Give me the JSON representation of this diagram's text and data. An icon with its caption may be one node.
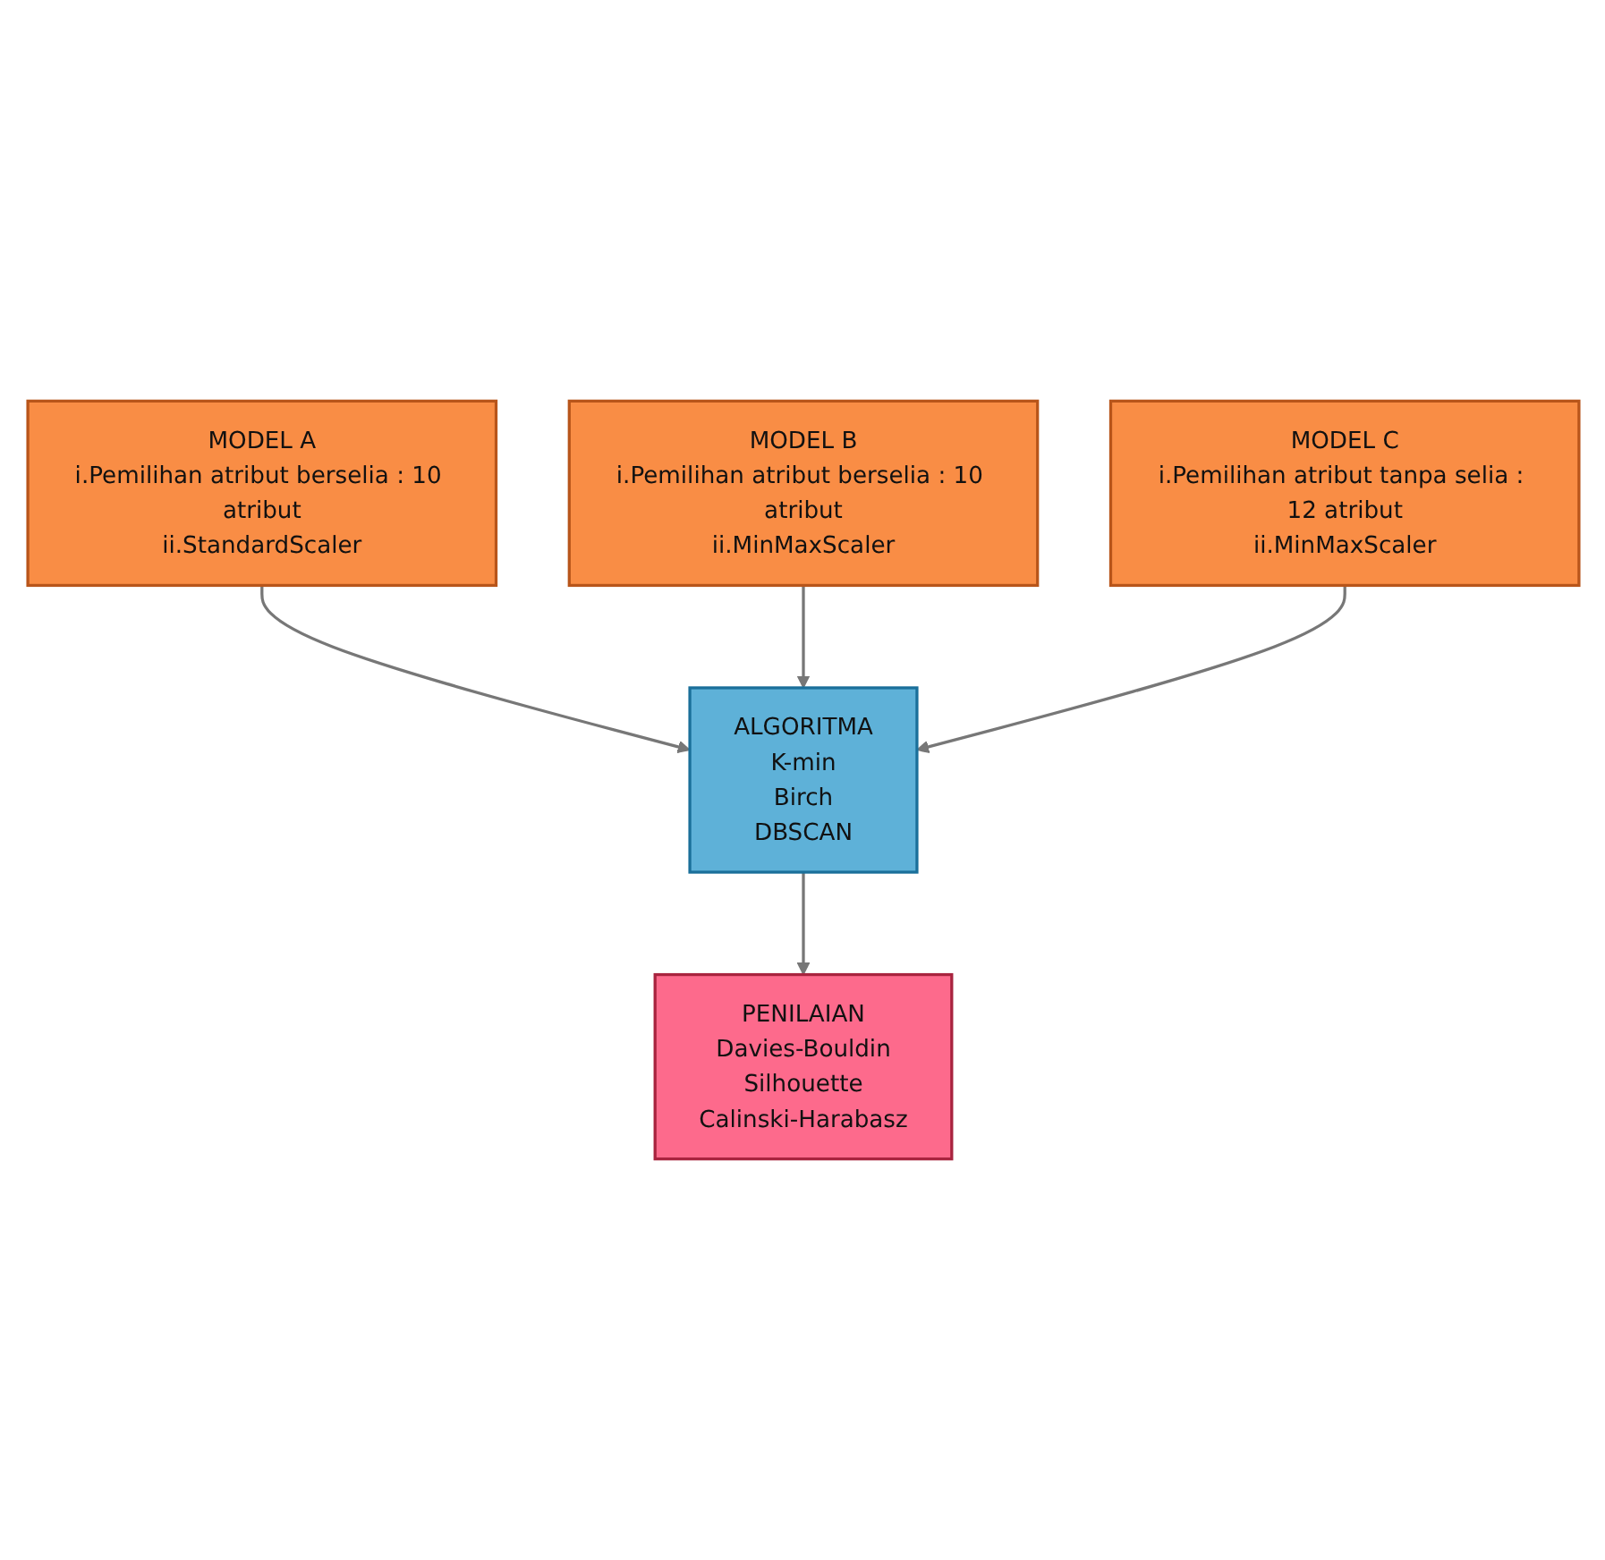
{
  "diagram": {
    "nodes": [
      {
        "text": [
          "MODEL A",
          "i.Pemilihan atribut berselia : 10 atribut",
          "ii.StandardScaler"
        ]
      },
      {
        "text": [
          "MODEL B",
          "i.Pemilihan atribut berselia : 10 atribut",
          "ii.MinMaxScaler"
        ]
      },
      {
        "text": [
          "MODEL C",
          "i.Pemilihan atribut tanpa selia : 12 atribut",
          "ii.MinMaxScaler"
        ]
      },
      {
        "text": [
          "ALGORITMA",
          "K-min",
          "Birch",
          "DBSCAN"
        ]
      },
      {
        "text": [
          "PENILAIAN",
          "Davies-Bouldin",
          "Silhouette",
          "Calinski-Harabasz"
        ]
      }
    ],
    "edges": [
      {
        "from": 0,
        "to": 3,
        "arrow": "to"
      },
      {
        "from": 1,
        "to": 3,
        "arrow": "to"
      },
      {
        "from": 2,
        "to": 3,
        "arrow": "to"
      },
      {
        "from": 3,
        "to": 4,
        "arrow": "to"
      }
    ]
  }
}
